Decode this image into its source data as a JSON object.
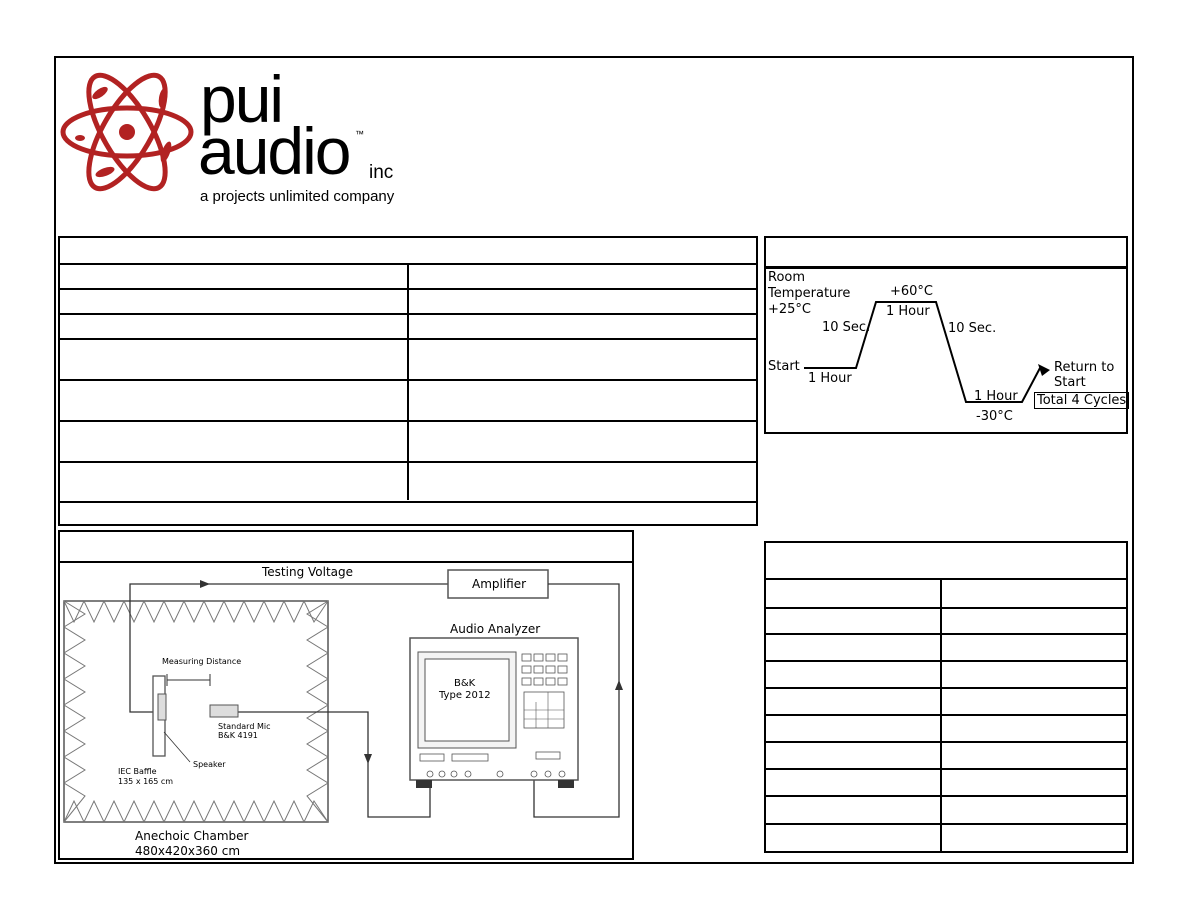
{
  "logo": {
    "brand_line1": "pui",
    "brand_line2": "audio",
    "tm": "™",
    "suffix": "inc",
    "tagline": "a projects unlimited company",
    "logo_color": "#b22222"
  },
  "thermal_cycle": {
    "room_temp_line1": "Room",
    "room_temp_line2": "Temperature",
    "room_temp_line3": "+25°C",
    "high_temp": "+60°C",
    "high_hold": "1 Hour",
    "ramp_up": "10 Sec.",
    "ramp_down": "10 Sec.",
    "start": "Start",
    "start_hold": "1 Hour",
    "low_hold": "1 Hour",
    "low_temp": "-30°C",
    "return_line1": "Return to",
    "return_line2": "Start",
    "total_cycles": "Total 4 Cycles"
  },
  "test_setup": {
    "testing_voltage": "Testing Voltage",
    "amplifier": "Amplifier",
    "audio_analyzer": "Audio Analyzer",
    "analyzer_model_line1": "B&K",
    "analyzer_model_line2": "Type 2012",
    "measuring_distance": "Measuring Distance",
    "standard_mic_line1": "Standard Mic",
    "standard_mic_line2": "B&K 4191",
    "speaker": "Speaker",
    "baffle_line1": "IEC Baffle",
    "baffle_line2": "135 x 165 cm",
    "chamber_line1": "Anechoic Chamber",
    "chamber_line2": "480x420x360 cm"
  }
}
